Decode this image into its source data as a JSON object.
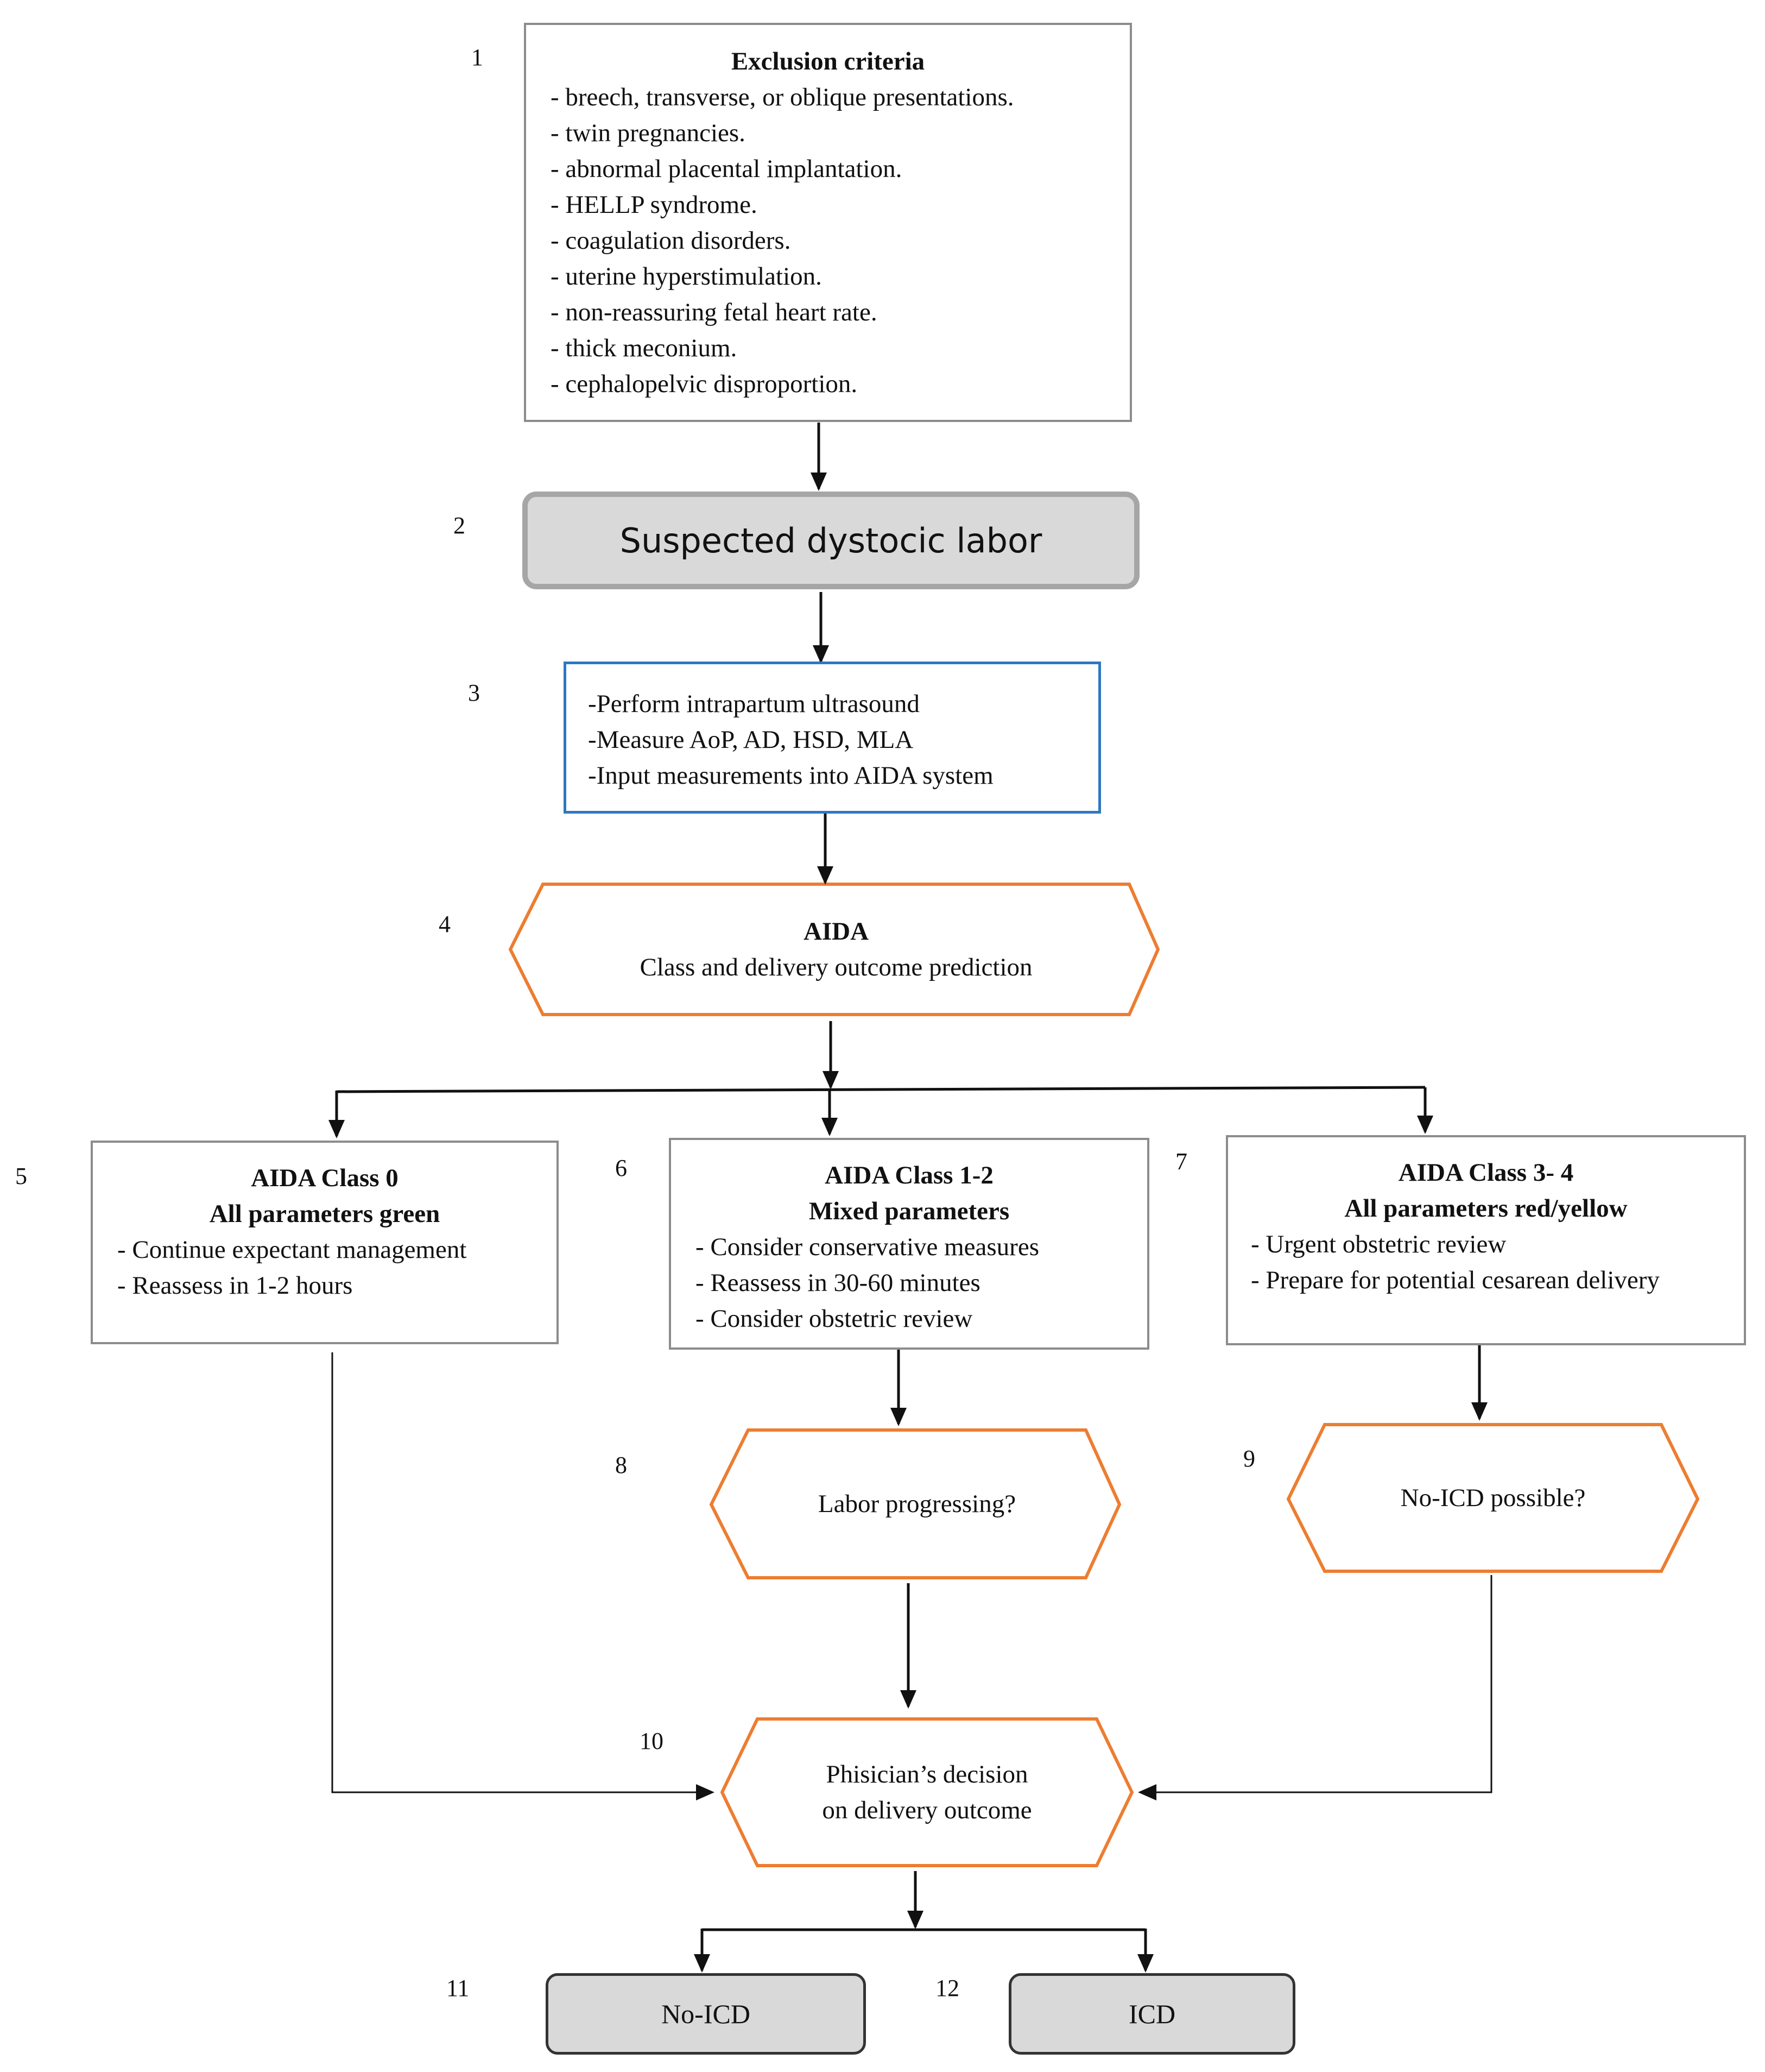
{
  "colors": {
    "hexagon_stroke": "#ed7d31",
    "process_stroke": "#2e78c2",
    "terminal_fill": "#d9d9d9",
    "box_stroke": "#8c8c8c"
  },
  "nodes": {
    "n1": {
      "number": "1",
      "title": "Exclusion criteria",
      "items": [
        "- breech, transverse, or oblique presentations.",
        "- twin pregnancies.",
        "- abnormal placental implantation.",
        "- HELLP syndrome.",
        "- coagulation disorders.",
        "- uterine hyperstimulation.",
        "- non-reassuring fetal heart rate.",
        "- thick meconium.",
        "- cephalopelvic disproportion."
      ]
    },
    "n2": {
      "number": "2",
      "label": "Suspected dystocic labor"
    },
    "n3": {
      "number": "3",
      "items": [
        "-Perform intrapartum ultrasound",
        "-Measure AoP, AD, HSD, MLA",
        "-Input measurements into AIDA system"
      ]
    },
    "n4": {
      "number": "4",
      "title": "AIDA",
      "subtitle": "Class and delivery outcome prediction"
    },
    "n5": {
      "number": "5",
      "title": "AIDA Class 0",
      "subtitle": "All parameters green",
      "items": [
        "- Continue expectant management",
        "- Reassess in 1-2 hours"
      ]
    },
    "n6": {
      "number": "6",
      "title": "AIDA Class 1-2",
      "subtitle": "Mixed parameters",
      "items": [
        "- Consider conservative measures",
        "- Reassess in 30-60 minutes",
        "- Consider obstetric review"
      ]
    },
    "n7": {
      "number": "7",
      "title": "AIDA Class 3- 4",
      "subtitle": "All parameters red/yellow",
      "items": [
        "- Urgent obstetric review",
        "- Prepare for potential cesarean delivery"
      ]
    },
    "n8": {
      "number": "8",
      "label": "Labor progressing?"
    },
    "n9": {
      "number": "9",
      "label": "No-ICD possible?"
    },
    "n10": {
      "number": "10",
      "line1": "Phisician’s decision",
      "line2": "on delivery outcome"
    },
    "n11": {
      "number": "11",
      "label": "No-ICD"
    },
    "n12": {
      "number": "12",
      "label": "ICD"
    }
  }
}
